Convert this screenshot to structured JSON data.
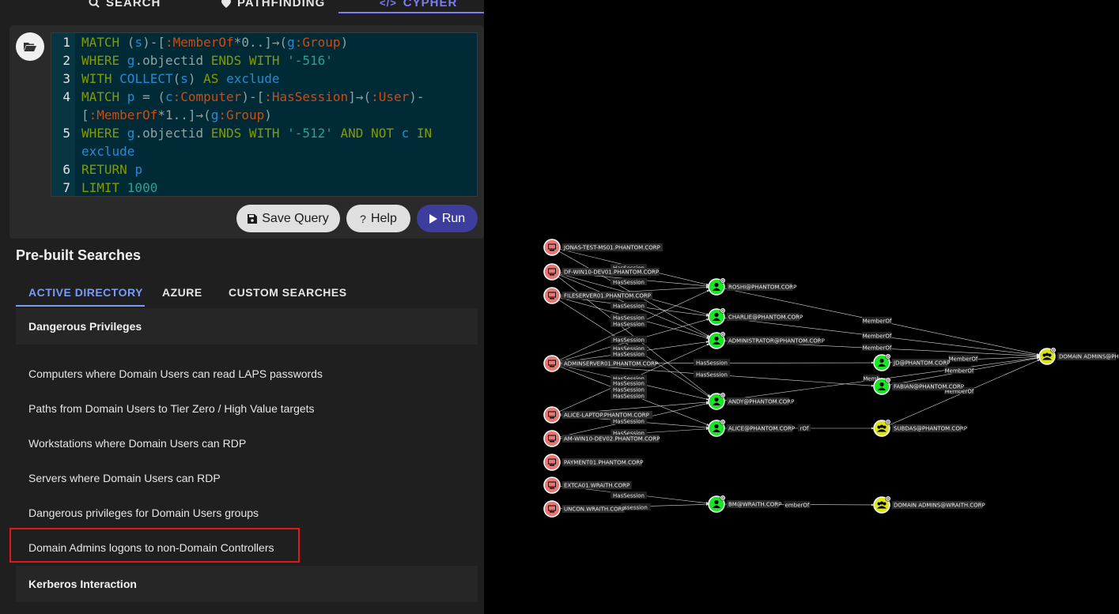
{
  "top_tabs": [
    {
      "label": "SEARCH",
      "icon": "search-icon"
    },
    {
      "label": "PATHFINDING",
      "icon": "map-pin-icon"
    },
    {
      "label": "CYPHER",
      "icon": "code-icon",
      "active": true
    }
  ],
  "query_lines": [
    {
      "num": "1"
    },
    {
      "num": "2"
    },
    {
      "num": "3"
    },
    {
      "num": "4"
    },
    {
      "num": ""
    },
    {
      "num": "5"
    },
    {
      "num": ""
    },
    {
      "num": "6"
    },
    {
      "num": "7"
    }
  ],
  "query_text": {
    "l1": [
      "MATCH ",
      "(",
      "s",
      ")-[",
      ":MemberOf",
      "*0..",
      "]→(",
      "g",
      ":Group",
      ")"
    ],
    "l2": [
      "WHERE ",
      "g",
      ".objectid ",
      "ENDS WITH ",
      "'-516'"
    ],
    "l3": [
      "WITH ",
      "COLLECT",
      "(",
      "s",
      ") ",
      "AS ",
      "exclude"
    ],
    "l4": [
      "MATCH ",
      "p",
      " = (",
      "c",
      ":Computer",
      ")-[",
      ":HasSession",
      "]→(",
      ":User",
      ")-"
    ],
    "l4b": [
      "[",
      ":MemberOf",
      "*1..",
      "]→(",
      "g",
      ":Group",
      ")"
    ],
    "l5": [
      "WHERE ",
      "g",
      ".objectid ",
      "ENDS WITH ",
      "'-512' ",
      "AND NOT ",
      "c ",
      "IN"
    ],
    "l5b": [
      "exclude"
    ],
    "l6": [
      "RETURN ",
      "p"
    ],
    "l7": [
      "LIMIT ",
      "1000"
    ]
  },
  "buttons": {
    "save": "Save Query",
    "help": "Help",
    "run": "Run"
  },
  "prebuilt": {
    "title": "Pre-built Searches",
    "tabs": [
      "ACTIVE DIRECTORY",
      "AZURE",
      "CUSTOM SEARCHES"
    ],
    "sections": [
      "Dangerous Privileges",
      "Kerberos Interaction"
    ],
    "items": [
      "Computers where Domain Users can read LAPS passwords",
      "Paths from Domain Users to Tier Zero / High Value targets",
      "Workstations where Domain Users can RDP",
      "Servers where Domain Users can RDP",
      "Dangerous privileges for Domain Users groups",
      "Domain Admins logons to non-Domain Controllers"
    ]
  },
  "graph": {
    "computers": [
      "JONAS-TEST-MS01.PHANTOM.CORP",
      "DF-WIN10-DEV01.PHANTOM.CORP",
      "FILESERVER01.PHANTOM.CORP",
      "ADMINSERVER01.PHANTOM.CORP",
      "ALICE-LAPTOP.PHANTOM.CORP",
      "AM-WIN10-DEV02.PHANTOM.CORP",
      "PAYMENT01.PHANTOM.CORP",
      "EXTCA01.WRAITH.CORP",
      "UNCON.WRAITH.CORP"
    ],
    "users": [
      "ROSHI@PHANTOM.CORP",
      "CHARLIE@PHANTOM.CORP",
      "ADMINISTRATOR@PHANTOM.CORP",
      "ANDY@PHANTOM.CORP",
      "ALICE@PHANTOM.CORP",
      "BM@WRAITH.CORP",
      "JD@PHANTOM.CORP",
      "FABIAN@PHANTOM.CORP"
    ],
    "groups": [
      "SUBDAS@PHANTOM.CORP",
      "DOMAIN ADMINS@WRAITH.CORP",
      "DOMAIN ADMINS@PH"
    ],
    "edge_labels": {
      "hassession": "HasSession",
      "memberof": "MemberOf",
      "frag_rof": "rOf",
      "frag_emberof": "emberOf",
      "frag_ssession": "ssession",
      "frag_memb": "Memb"
    },
    "colors": {
      "computer": "#e67873",
      "user": "#17e625",
      "group": "#dbe617"
    }
  }
}
